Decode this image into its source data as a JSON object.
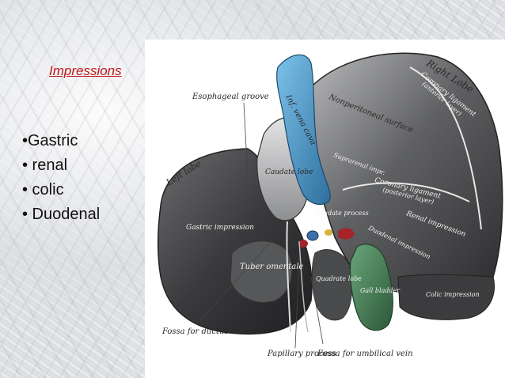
{
  "slide": {
    "title": "Impressions",
    "bullets": [
      "•Gastric",
      "• renal",
      "• colic",
      "• Duodenal"
    ]
  },
  "figure": {
    "labels": {
      "right_lobe": "Right Lobe",
      "coronary_ligament_top": "Coronary ligament",
      "anterior_layer": "(anterior layer)",
      "esophageal_groove": "Esophageal groove",
      "inf_vena_cava": "Inf. vena cava",
      "nonperitoneal_surface": "Nonperitoneal surface",
      "left_lobe": "Left lobe",
      "caudate_lobe": "Caudate lobe",
      "suprarenal_impression": "Suprarenal impr.",
      "coronary_ligament_post": "Coronary ligament",
      "posterior_layer": "(posterior layer)",
      "caudate_process": "Caudate process",
      "renal_impression": "Renal impression",
      "gastric_impression": "Gastric impression",
      "duodenal_impression": "Duodenal impression",
      "tuber_omentale": "Tuber omentale",
      "quadrate_lobe": "Quadrate lobe",
      "gall_bladder": "Gall bladder",
      "colic_impression": "Colic impression",
      "fossa_ductus_venosus": "Fossa for ductus venosus",
      "papillary_process": "Papillary process",
      "fossa_umbilical_vein": "Fossa for umbilical vein"
    },
    "colors": {
      "vena_cava": "#4a9fd3",
      "gall_bladder": "#3f7a4e",
      "vessels_red": "#a5242a",
      "liver_dark": "#3b3b3d",
      "liver_mid": "#7d7e80",
      "liver_light": "#cfcfd0"
    }
  }
}
